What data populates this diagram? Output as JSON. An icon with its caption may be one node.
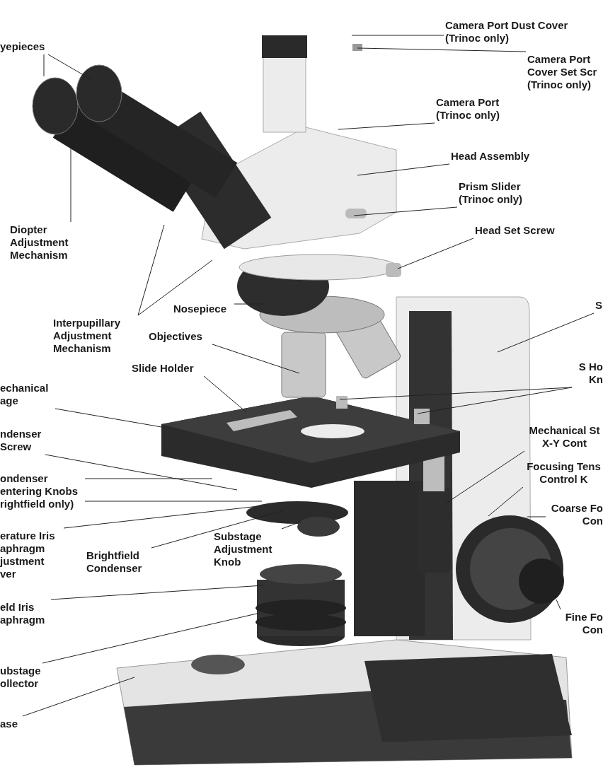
{
  "diagram": {
    "nodes": [
      {
        "text": [
          "yepieces"
        ]
      },
      {
        "text": [
          "Camera Port Dust Cover (Trinoc only)"
        ]
      },
      {
        "text": [
          "Camera Port Cover Set Scr (Trinoc only)"
        ]
      },
      {
        "text": [
          "Camera Port (Trinoc only)"
        ]
      },
      {
        "text": [
          "Head Assembly"
        ]
      },
      {
        "text": [
          "Prism Slider (Trinoc only)"
        ]
      },
      {
        "text": [
          "Diopter Adjustment Mechanism"
        ]
      },
      {
        "text": [
          "Head Set Screw"
        ]
      },
      {
        "text": [
          "Interpupillary Adjustment Mechanism"
        ]
      },
      {
        "text": [
          "Nosepiece"
        ]
      },
      {
        "text": [
          "S"
        ]
      },
      {
        "text": [
          "Objectives"
        ]
      },
      {
        "text": [
          "Slide Holder"
        ]
      },
      {
        "text": [
          "S Ho Kn"
        ]
      },
      {
        "text": [
          "echanical age"
        ]
      },
      {
        "text": [
          "Mechanical St X-Y Cont"
        ]
      },
      {
        "text": [
          "ndenser Screw"
        ]
      },
      {
        "text": [
          "Focusing Tens Control K"
        ]
      },
      {
        "text": [
          "ondenser entering Knobs rightfield only)"
        ]
      },
      {
        "text": [
          "erature Iris aphragm justment ver"
        ]
      },
      {
        "text": [
          "Coarse Fo Con"
        ]
      },
      {
        "text": [
          "Brightfield Condenser"
        ]
      },
      {
        "text": [
          "Substage Adjustment Knob"
        ]
      },
      {
        "text": [
          "eld Iris aphragm"
        ]
      },
      {
        "text": [
          "Fine Fo Con"
        ]
      },
      {
        "text": [
          "ubstage ollector"
        ]
      },
      {
        "text": [
          "ase"
        ]
      }
    ],
    "edges": [
      {
        "from": 0,
        "to": null,
        "arrow": "none"
      },
      {
        "from": 0,
        "to": null,
        "arrow": "none"
      },
      {
        "from": 1,
        "to": null,
        "arrow": "none"
      },
      {
        "from": 2,
        "to": null,
        "arrow": "none"
      },
      {
        "from": 3,
        "to": null,
        "arrow": "none"
      },
      {
        "from": 4,
        "to": null,
        "arrow": "none"
      },
      {
        "from": 5,
        "to": null,
        "arrow": "none"
      },
      {
        "from": 6,
        "to": null,
        "arrow": "none"
      },
      {
        "from": 7,
        "to": null,
        "arrow": "none"
      },
      {
        "from": 8,
        "to": null,
        "arrow": "none"
      },
      {
        "from": 8,
        "to": null,
        "arrow": "none"
      },
      {
        "from": 9,
        "to": null,
        "arrow": "none"
      },
      {
        "from": 10,
        "to": null,
        "arrow": "none"
      },
      {
        "from": 11,
        "to": null,
        "arrow": "none"
      },
      {
        "from": 12,
        "to": null,
        "arrow": "none"
      },
      {
        "from": 13,
        "to": null,
        "arrow": "none"
      },
      {
        "from": 13,
        "to": null,
        "arrow": "none"
      },
      {
        "from": 14,
        "to": null,
        "arrow": "none"
      },
      {
        "from": 15,
        "to": null,
        "arrow": "none"
      },
      {
        "from": 16,
        "to": null,
        "arrow": "none"
      },
      {
        "from": 17,
        "to": null,
        "arrow": "none"
      },
      {
        "from": 18,
        "to": null,
        "arrow": "none"
      },
      {
        "from": 18,
        "to": null,
        "arrow": "none"
      },
      {
        "from": 19,
        "to": null,
        "arrow": "none"
      },
      {
        "from": 20,
        "to": null,
        "arrow": "none"
      },
      {
        "from": 21,
        "to": null,
        "arrow": "none"
      },
      {
        "from": 22,
        "to": null,
        "arrow": "none"
      },
      {
        "from": 23,
        "to": null,
        "arrow": "none"
      },
      {
        "from": 24,
        "to": null,
        "arrow": "none"
      },
      {
        "from": 25,
        "to": null,
        "arrow": "none"
      },
      {
        "from": 26,
        "to": null,
        "arrow": "none"
      }
    ]
  }
}
